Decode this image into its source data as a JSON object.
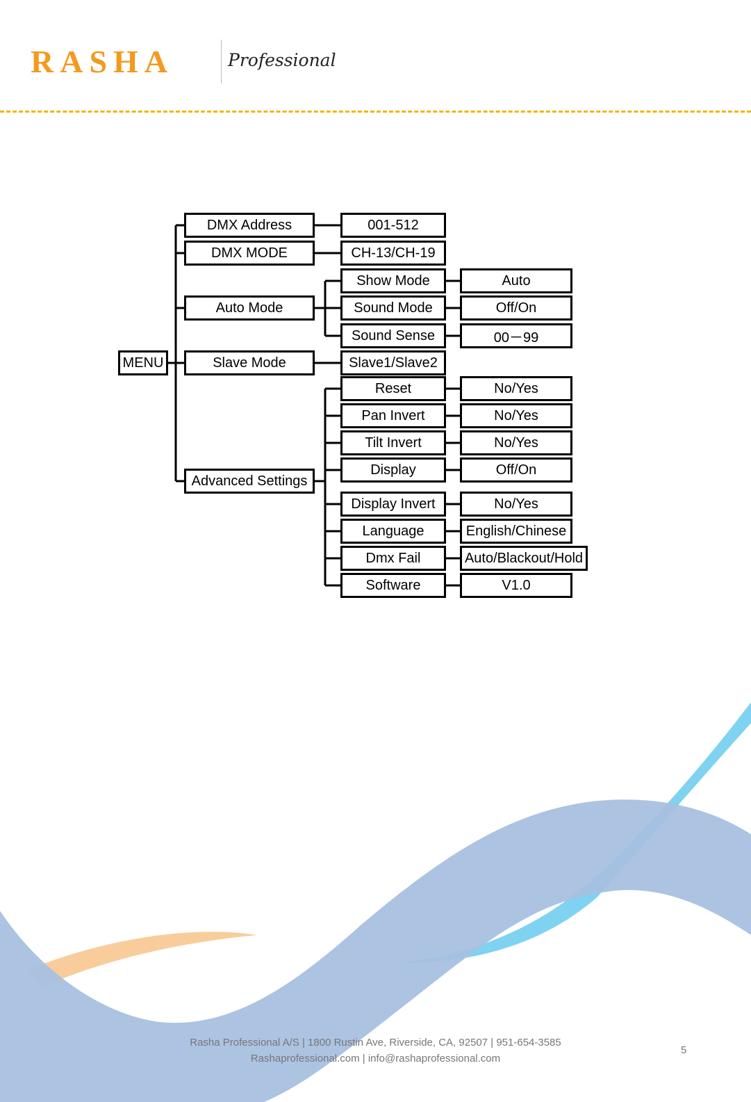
{
  "header": {
    "logo_text": "RASHA",
    "logo_subtitle": "Professional",
    "accent_color": "#f39a1f",
    "rule_color": "#f5b400"
  },
  "diagram": {
    "root": "MENU",
    "items": [
      {
        "label": "DMX Address",
        "options": [
          {
            "label": "001-512"
          }
        ]
      },
      {
        "label": "DMX MODE",
        "options": [
          {
            "label": "CH-13/CH-19"
          }
        ]
      },
      {
        "label": "Auto Mode",
        "options": [
          {
            "label": "Show Mode",
            "value": "Auto"
          },
          {
            "label": "Sound Mode",
            "value": "Off/On"
          },
          {
            "label": "Sound Sense",
            "value": "00－99"
          }
        ]
      },
      {
        "label": "Slave Mode",
        "options": [
          {
            "label": "Slave1/Slave2"
          }
        ]
      },
      {
        "label": "Advanced Settings",
        "options": [
          {
            "label": "Reset",
            "value": "No/Yes"
          },
          {
            "label": "Pan Invert",
            "value": "No/Yes"
          },
          {
            "label": "Tilt Invert",
            "value": "No/Yes"
          },
          {
            "label": "Display",
            "value": "Off/On"
          },
          {
            "label": "Display Invert",
            "value": "No/Yes"
          },
          {
            "label": "Language",
            "value": "English/Chinese"
          },
          {
            "label": "Dmx Fail",
            "value": "Auto/Blackout/Hold"
          },
          {
            "label": "Software",
            "value": "V1.0"
          }
        ]
      }
    ]
  },
  "footer": {
    "line1": "Rasha Professional A/S | 1800 Rustin Ave, Riverside, CA, 92507 | 951-654-3585",
    "line2": "Rashaprofessional.com | info@rashaprofessional.com",
    "page_number": "5"
  },
  "decoration": {
    "wave_colors": [
      "#a8c0e0",
      "#7fd3f0",
      "#f7c48a"
    ]
  }
}
